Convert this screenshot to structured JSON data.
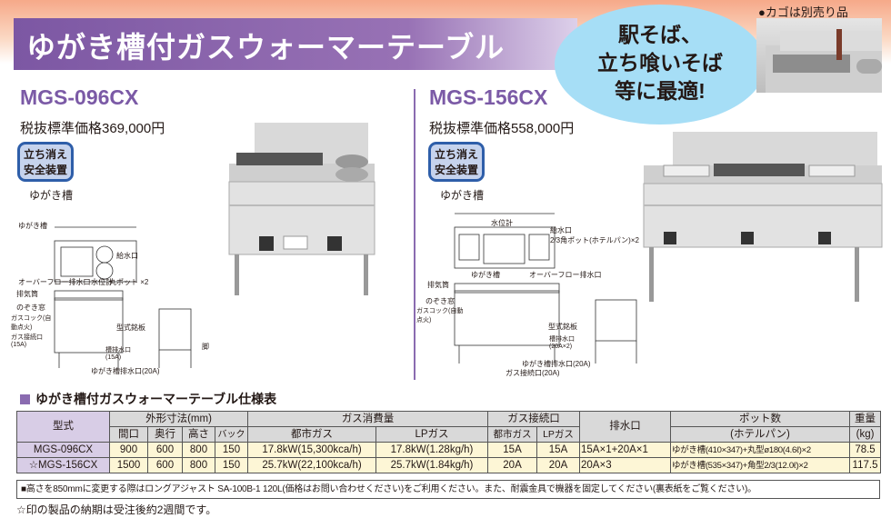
{
  "header": {
    "title": "ゆがき槽付ガスウォーマーテーブル",
    "bubble_lines": [
      "駅そば、",
      "立ち喰いそば",
      "等に最適!"
    ],
    "basket_note": "●カゴは別売り品"
  },
  "products": [
    {
      "model": "MGS-096CX",
      "price": "税抜標準価格369,000円",
      "badge": [
        "立ち消え",
        "安全装置"
      ],
      "feature": "ゆがき槽",
      "diagram_labels": [
        "ゆがき槽",
        "給水口",
        "オーバーフロー排水口",
        "水位計",
        "丸ポット ×2",
        "排気筒",
        "のぞき窓",
        "ガスコック(自動点火)",
        "ガス接続口(15A)",
        "型式銘板",
        "槽排水口(15A)",
        "ゆがき槽排水口(20A)",
        "脚"
      ]
    },
    {
      "model": "MGS-156CX",
      "price": "税抜標準価格558,000円",
      "badge": [
        "立ち消え",
        "安全装置"
      ],
      "feature": "ゆがき槽",
      "diagram_labels": [
        "水位計",
        "給水口",
        "2/3角ポット(ホテルパン)×2",
        "ゆがき槽",
        "オーバーフロー排水口",
        "排気筒",
        "のぞき窓",
        "ガスコック(自動点火)",
        "型式銘板",
        "槽排水口(20A×2)",
        "ゆがき槽排水口(20A)",
        "ガス接続口(20A)"
      ]
    }
  ],
  "spec": {
    "title": "ゆがき槽付ガスウォーマーテーブル仕様表",
    "headers": {
      "model": "型式",
      "dims": "外形寸法(mm)",
      "width": "間口",
      "depth": "奥行",
      "height": "高さ",
      "back": "バック",
      "gas": "ガス消費量",
      "city": "都市ガス",
      "lp": "LPガス",
      "conn": "ガス接続口",
      "conn_city": "都市ガス",
      "conn_lp": "LPガス",
      "drain": "排水口",
      "pots": "ポット数",
      "pots2": "(ホテルパン)",
      "weight": "重量",
      "weight2": "(kg)"
    },
    "rows": [
      {
        "model": "MGS-096CX",
        "width": "900",
        "depth": "600",
        "height": "800",
        "back": "150",
        "city": "17.8kW(15,300kca/h)",
        "lp": "17.8kW(1.28kg/h)",
        "conn_city": "15A",
        "conn_lp": "15A",
        "drain": "15A×1+20A×1",
        "pots": "ゆがき槽(410×347)+丸型ø180(4.6ℓ)×2",
        "weight": "78.5"
      },
      {
        "model": "☆MGS-156CX",
        "width": "1500",
        "depth": "600",
        "height": "800",
        "back": "150",
        "city": "25.7kW(22,100kca/h)",
        "lp": "25.7kW(1.84kg/h)",
        "conn_city": "20A",
        "conn_lp": "20A",
        "drain": "20A×3",
        "pots": "ゆがき槽(535×347)+角型2/3(12.0ℓ)×2",
        "weight": "117.5"
      }
    ],
    "note": "■高さを850mmに変更する際はロングアジャスト SA-100B-1 120L(価格はお問い合わせください)をご利用ください。また、耐震金具で機器を固定してください(裏表紙をご覧ください)。",
    "footnote": "☆印の製品の納期は受注後約2週間です。"
  }
}
